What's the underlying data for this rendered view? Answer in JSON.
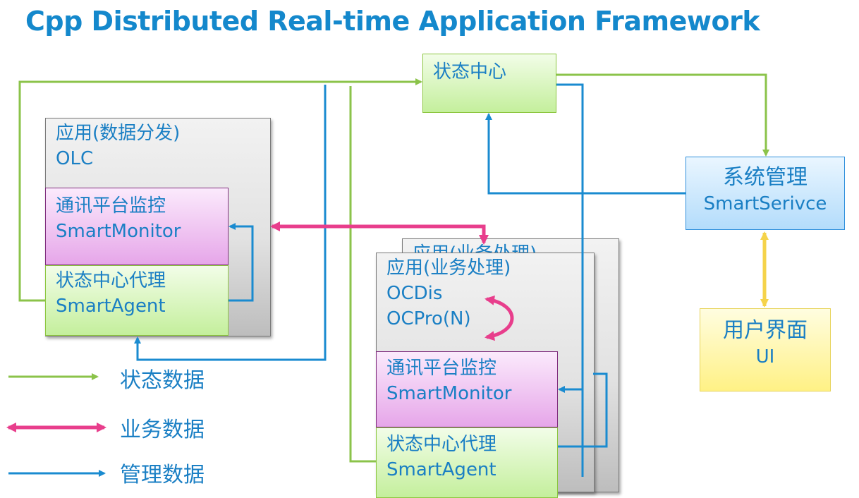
{
  "title": "Cpp Distributed Real-time Application Framework",
  "colors": {
    "state": "#8bc34a",
    "business": "#e83e8c",
    "management": "#1a8bd0",
    "text": "#1a7fc4"
  },
  "state_center": {
    "label": "状态中心"
  },
  "app_distribute": {
    "title": "应用(数据分发)",
    "name": "OLC",
    "monitor": {
      "title": "通讯平台监控",
      "name": "SmartMonitor"
    },
    "agent": {
      "title": "状态中心代理",
      "name": "SmartAgent"
    }
  },
  "app_business": {
    "back_title": "应用(业务处理)",
    "title": "应用(业务处理)",
    "ocdis": "OCDis",
    "ocpro": "OCPro(N)",
    "monitor": {
      "title": "通讯平台监控",
      "name": "SmartMonitor"
    },
    "agent": {
      "title": "状态中心代理",
      "name": "SmartAgent"
    }
  },
  "system_management": {
    "title": "系统管理",
    "name": "SmartSerivce"
  },
  "user_interface": {
    "title": "用户界面",
    "name": "UI"
  },
  "legend": {
    "state": "状态数据",
    "business": "业务数据",
    "management": "管理数据"
  }
}
